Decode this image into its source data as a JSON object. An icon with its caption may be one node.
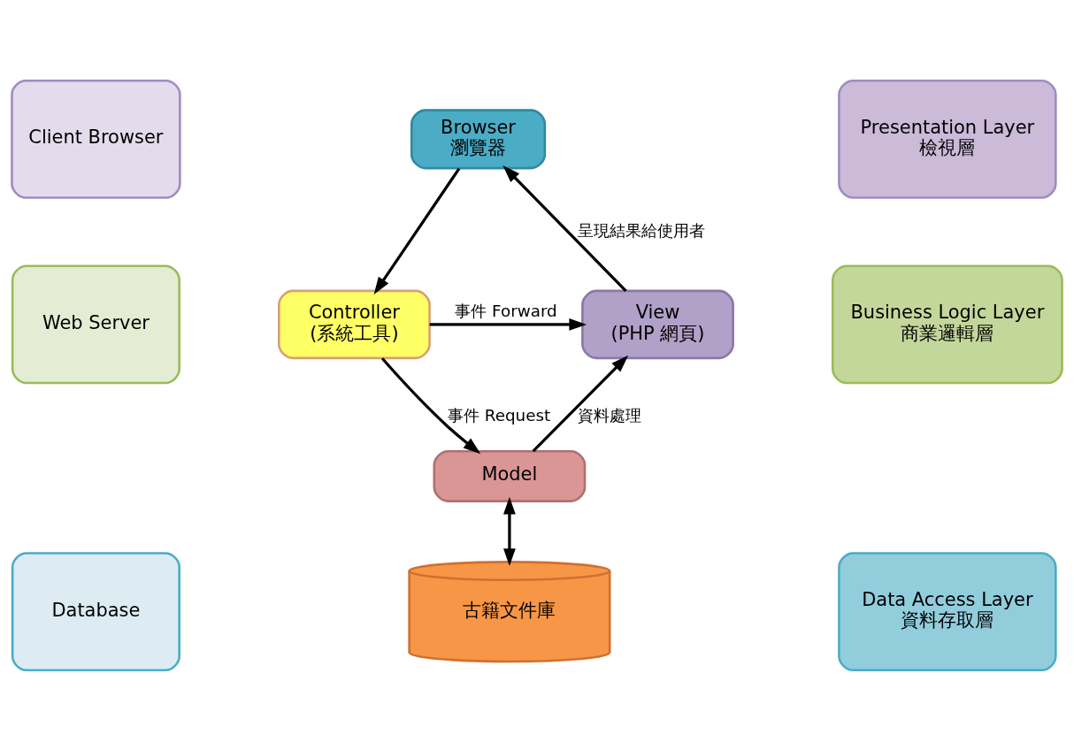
{
  "diagram": {
    "nodes": [
      {
        "text": [
          "Client Browser"
        ]
      },
      {
        "text": [
          "Presentation Layer",
          "檢視層"
        ]
      },
      {
        "text": [
          "Browser",
          "瀏覽器"
        ]
      },
      {
        "text": [
          "Web Server"
        ]
      },
      {
        "text": [
          "Business Logic Layer",
          "商業邏輯層"
        ]
      },
      {
        "text": [
          "Controller",
          "(系統工具)"
        ]
      },
      {
        "text": [
          "View",
          "(PHP 網頁)"
        ]
      },
      {
        "text": [
          "Model"
        ]
      },
      {
        "text": [
          "Database"
        ]
      },
      {
        "text": [
          "Data Access Layer",
          "資料存取層"
        ]
      },
      {
        "text": [
          "古籍文件庫"
        ]
      }
    ],
    "edges": [
      {
        "from": 2,
        "to": 5,
        "arrow": "to"
      },
      {
        "from": 5,
        "to": 6,
        "label": "事件 Forward",
        "arrow": "to"
      },
      {
        "from": 5,
        "to": 7,
        "label": "事件 Request",
        "arrow": "to"
      },
      {
        "from": 7,
        "to": 6,
        "label": "資料處理",
        "arrow": "to"
      },
      {
        "from": 6,
        "to": 2,
        "label": "呈現結果給使用者",
        "arrow": "to"
      },
      {
        "from": 7,
        "to": 10,
        "arrow": "both"
      }
    ]
  }
}
